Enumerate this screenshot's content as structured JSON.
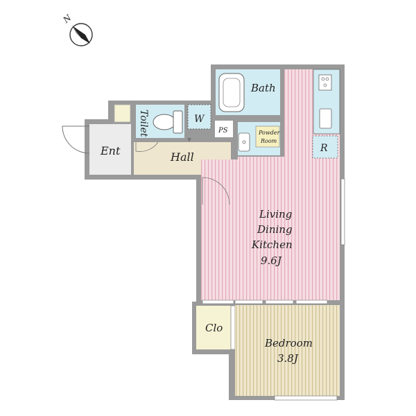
{
  "compass": {
    "north_label": "N",
    "icon": "compass-rose-icon"
  },
  "rooms": {
    "bath": {
      "label": "Bath"
    },
    "toilet": {
      "label": "Toilet"
    },
    "washer": {
      "label": "W"
    },
    "ps": {
      "label": "PS"
    },
    "powder_room": {
      "line1": "Powder",
      "line2": "Room"
    },
    "refrigerator": {
      "label": "R"
    },
    "entrance": {
      "label": "Ent"
    },
    "hall": {
      "label": "Hall"
    },
    "ldk": {
      "line1": "Living",
      "line2": "Dining",
      "line3": "Kitchen",
      "size": "9.6J"
    },
    "closet": {
      "label": "Clo"
    },
    "bedroom": {
      "line1": "Bedroom",
      "size": "3.8J"
    }
  },
  "colors": {
    "ldk_floor": "#f6dde3",
    "ldk_stripe": "#e2aab8",
    "bedroom_floor": "#efe7cc",
    "bedroom_stripe": "#cfbf92",
    "wet_area": "#d2ecf3",
    "hall": "#efe6cf",
    "entrance": "#ececec",
    "closet": "#f6f3d4",
    "walls": "#9a9a9a"
  }
}
